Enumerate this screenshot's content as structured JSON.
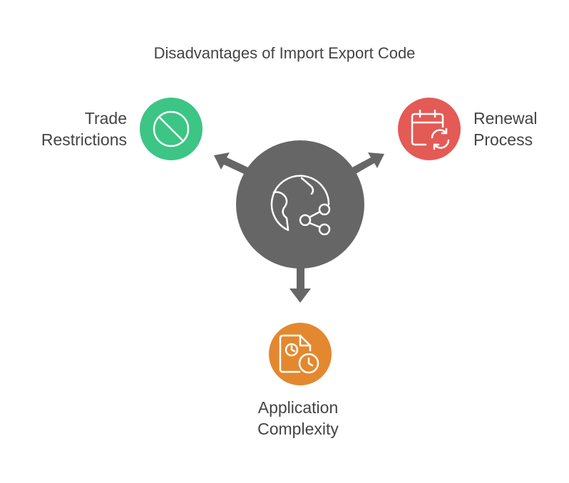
{
  "title": "Disadvantages of Import Export Code",
  "center": {
    "icon": "globe-network-icon",
    "color": "#666666"
  },
  "items": [
    {
      "line1": "Trade",
      "line2": "Restrictions",
      "icon": "prohibited-icon",
      "color": "#3cc585"
    },
    {
      "line1": "Renewal",
      "line2": "Process",
      "icon": "calendar-refresh-icon",
      "color": "#e45a55"
    },
    {
      "line1": "Application",
      "line2": "Complexity",
      "icon": "document-clock-icon",
      "color": "#e3882f"
    }
  ]
}
